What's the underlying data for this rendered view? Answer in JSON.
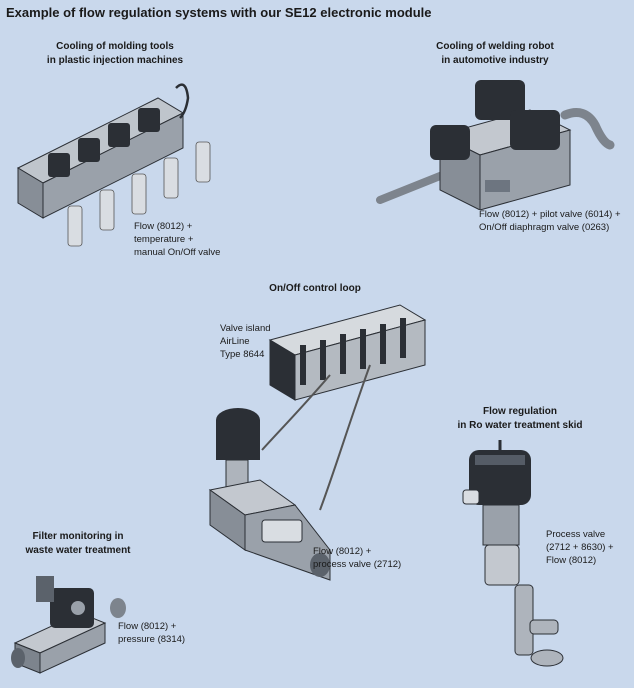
{
  "title": "Example of flow regulation systems with our SE12 electronic module",
  "sections": {
    "molding": {
      "heading": [
        "Cooling of molding tools",
        "in plastic injection machines"
      ],
      "caption": [
        "Flow (8012) +",
        "temperature +",
        "manual On/Off valve"
      ]
    },
    "welding": {
      "heading": [
        "Cooling of welding robot",
        "in automotive industry"
      ],
      "caption": [
        "Flow (8012) + pilot valve (6014) +",
        "On/Off diaphragm valve (0263)"
      ]
    },
    "control_loop": {
      "heading": [
        "On/Off control loop"
      ],
      "island_label": [
        "Valve island",
        "AirLine",
        "Type 8644"
      ],
      "caption": [
        "Flow (8012) +",
        "process valve (2712)"
      ]
    },
    "ro": {
      "heading": [
        "Flow regulation",
        "in Ro water treatment skid"
      ],
      "caption": [
        "Process valve",
        "(2712 + 8630) +",
        "Flow (8012)"
      ]
    },
    "filter": {
      "heading": [
        "Filter monitoring in",
        "waste water treatment"
      ],
      "caption": [
        "Flow (8012) +",
        "pressure (8314)"
      ]
    }
  },
  "colors": {
    "background": "#c9d8ec",
    "metal": "#aeb4bc",
    "dark": "#2b2f35",
    "accent": "#6d7580"
  }
}
